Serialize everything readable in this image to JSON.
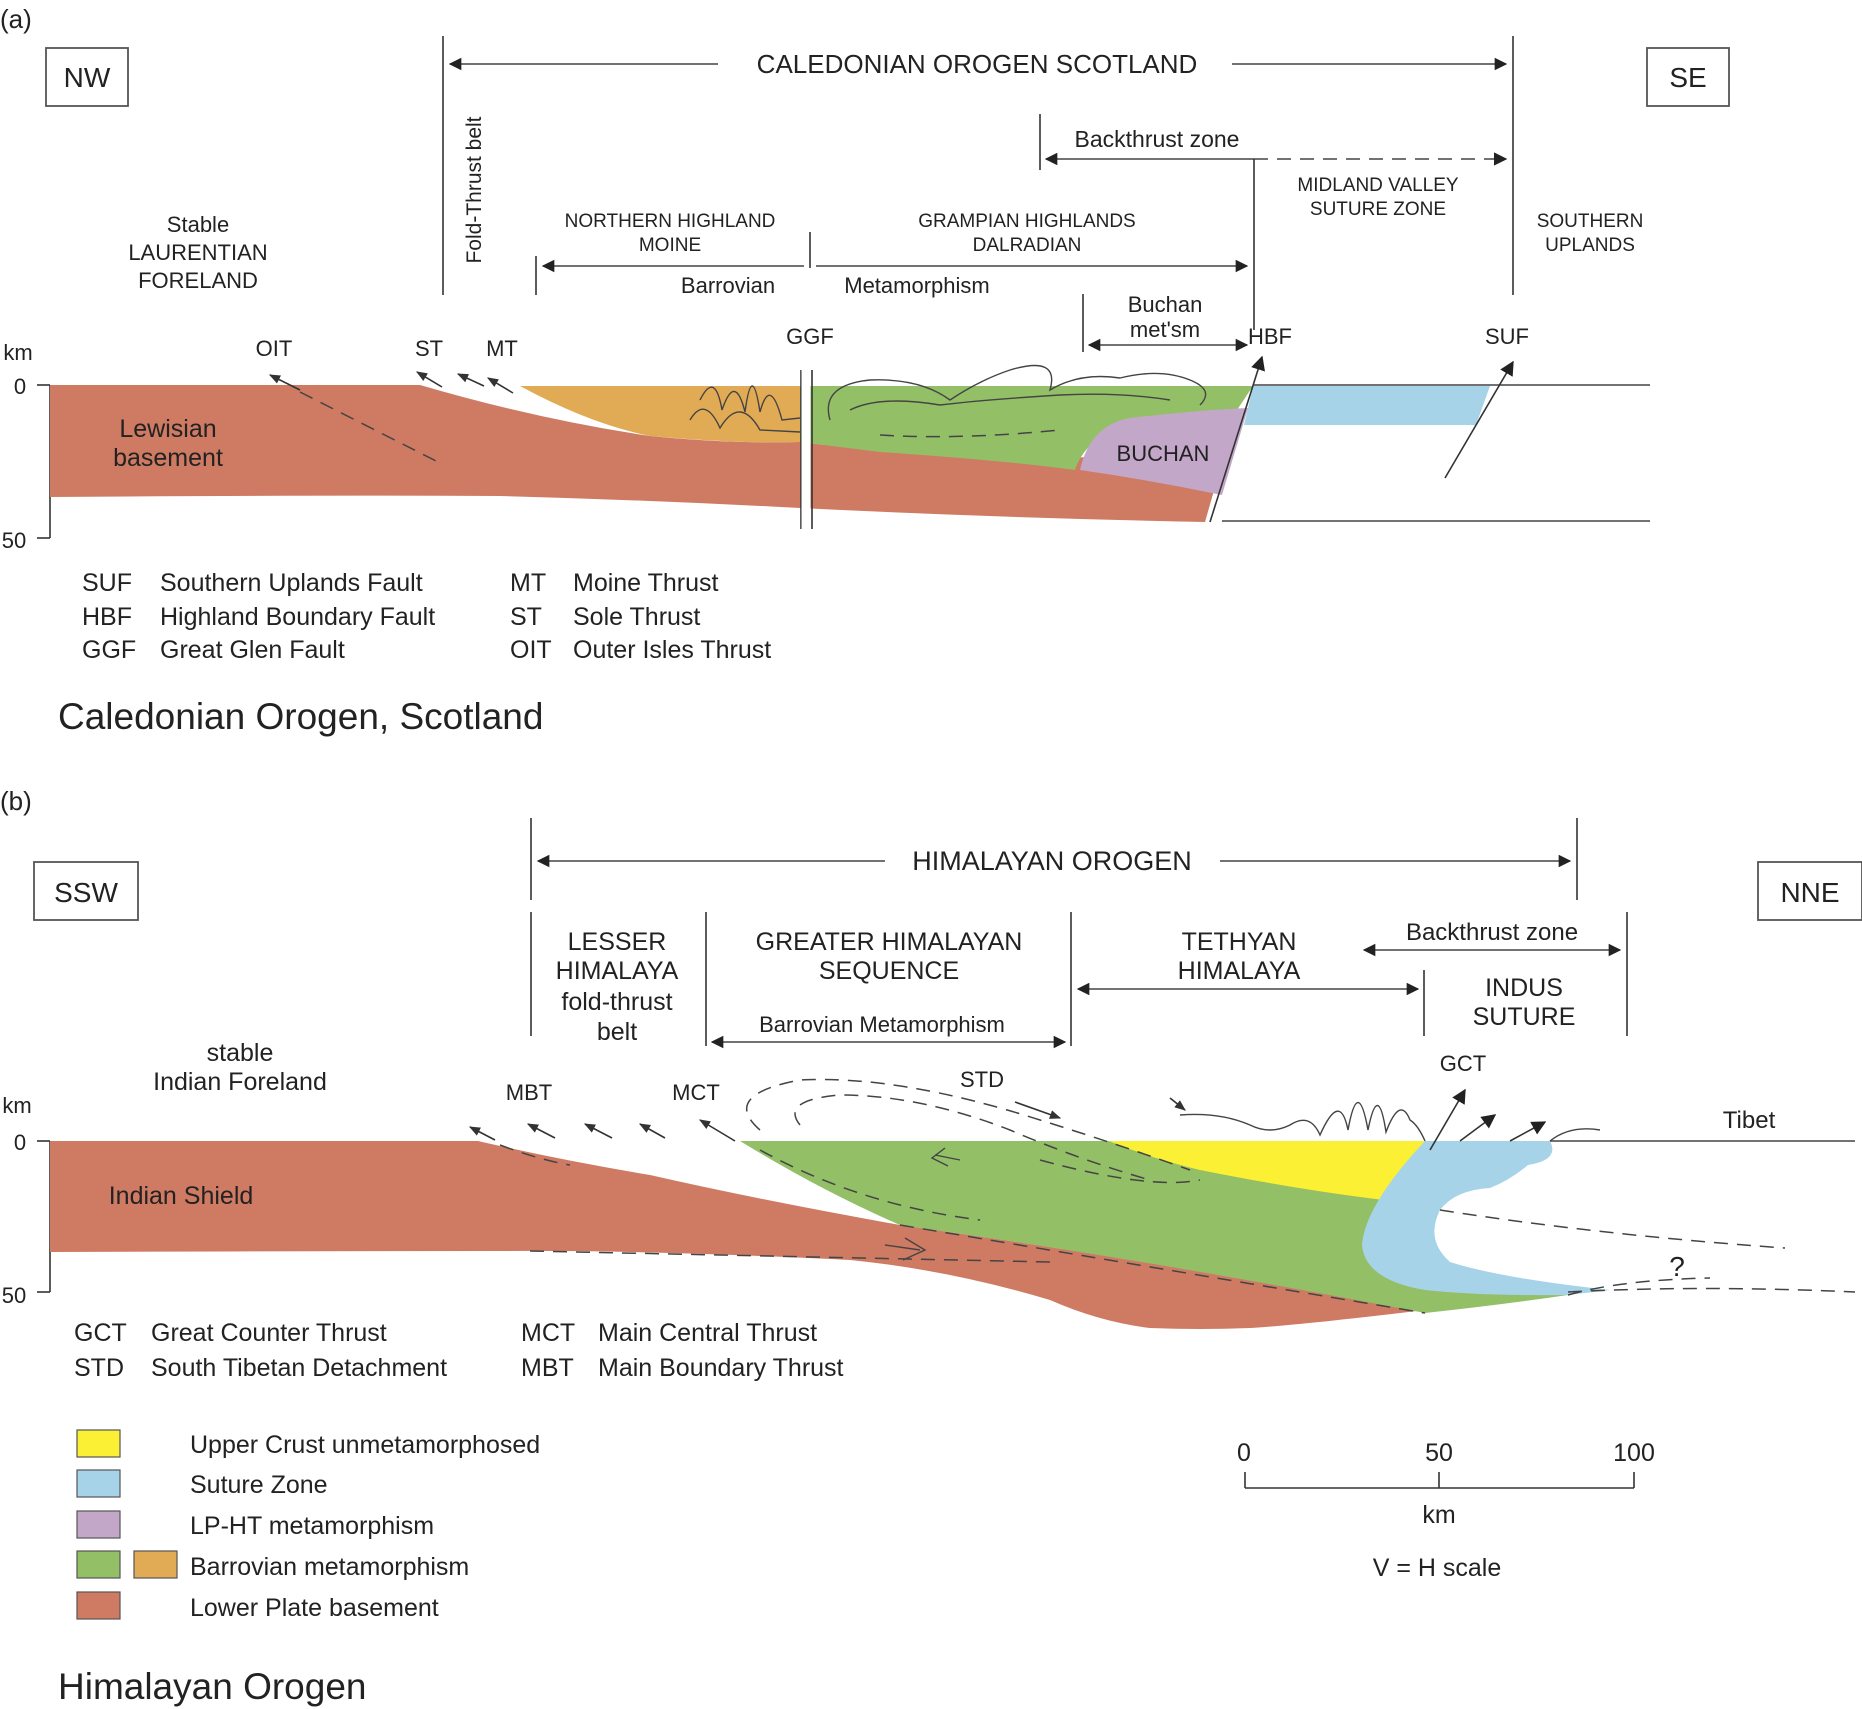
{
  "panel_a": {
    "label": "(a)",
    "dir_left": "NW",
    "dir_right": "SE",
    "orogen_title": "CALEDONIAN OROGEN SCOTLAND",
    "backthrust": "Backthrust zone",
    "midland_1": "MIDLAND VALLEY",
    "midland_2": "SUTURE ZONE",
    "fold_thrust": "Fold-Thrust belt",
    "foreland_1": "Stable",
    "foreland_2": "LAURENTIAN",
    "foreland_3": "FORELAND",
    "nh_1": "NORTHERN HIGHLAND",
    "nh_2": "MOINE",
    "gh_1": "GRAMPIAN HIGHLANDS",
    "gh_2": "DALRADIAN",
    "su_1": "SOUTHERN",
    "su_2": "UPLANDS",
    "barrovian": "Barrovian",
    "metamorphism": "Metamorphism",
    "buchan_1": "Buchan",
    "buchan_2": "met'sm",
    "km": "km",
    "depth_0": "0",
    "depth_50": "50",
    "oit": "OIT",
    "st": "ST",
    "mt": "MT",
    "ggf": "GGF",
    "hbf": "HBF",
    "suf": "SUF",
    "lewisian_1": "Lewisian",
    "lewisian_2": "basement",
    "buchan_unit": "BUCHAN",
    "legend": [
      {
        "abbr": "SUF",
        "name": "Southern Uplands Fault"
      },
      {
        "abbr": "HBF",
        "name": "Highland Boundary Fault"
      },
      {
        "abbr": "GGF",
        "name": "Great Glen Fault"
      },
      {
        "abbr": "MT",
        "name": "Moine Thrust"
      },
      {
        "abbr": "ST",
        "name": "Sole Thrust"
      },
      {
        "abbr": "OIT",
        "name": "Outer Isles Thrust"
      }
    ],
    "caption": "Caledonian Orogen, Scotland"
  },
  "panel_b": {
    "label": "(b)",
    "dir_left": "SSW",
    "dir_right": "NNE",
    "orogen_title": "HIMALAYAN OROGEN",
    "backthrust": "Backthrust zone",
    "lh_1": "LESSER",
    "lh_2": "HIMALAYA",
    "lh_3": "fold-thrust",
    "lh_4": "belt",
    "ghs_1": "GREATER HIMALAYAN",
    "ghs_2": "SEQUENCE",
    "th_1": "TETHYAN",
    "th_2": "HIMALAYA",
    "is_1": "INDUS",
    "is_2": "SUTURE",
    "barrovian_met": "Barrovian Metamorphism",
    "foreland_1": "stable",
    "foreland_2": "Indian Foreland",
    "km": "km",
    "depth_0": "0",
    "depth_50": "50",
    "mbt": "MBT",
    "mct": "MCT",
    "std": "STD",
    "gct": "GCT",
    "tibet": "Tibet",
    "question": "?",
    "shield": "Indian Shield",
    "legend": [
      {
        "abbr": "GCT",
        "name": "Great Counter Thrust"
      },
      {
        "abbr": "STD",
        "name": "South Tibetan Detachment"
      },
      {
        "abbr": "MCT",
        "name": "Main Central Thrust"
      },
      {
        "abbr": "MBT",
        "name": "Main Boundary Thrust"
      }
    ],
    "caption": "Himalayan Orogen"
  },
  "color_legend": [
    {
      "label": "Upper Crust unmetamorphosed",
      "color": "#fbf033"
    },
    {
      "label": "Suture Zone",
      "color": "#a6d3e8"
    },
    {
      "label": "LP-HT metamorphism",
      "color": "#c3a7c9"
    },
    {
      "label": "Barrovian metamorphism",
      "colors": [
        "#93bf67",
        "#e1ab55"
      ]
    },
    {
      "label": "Lower Plate basement",
      "color": "#cf7a63"
    }
  ],
  "scale_bar": {
    "ticks": [
      "0",
      "50",
      "100"
    ],
    "unit": "km",
    "note": "V = H scale"
  }
}
